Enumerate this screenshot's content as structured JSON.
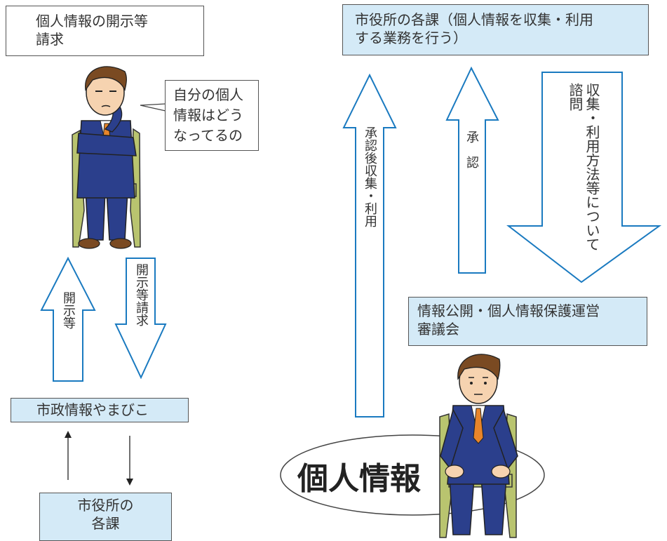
{
  "boxes": {
    "disclosure_request_box": "個人情報の開示等\n請求",
    "city_departments_top": "市役所の各課（個人情報を収集・利用\nする業務を行う）",
    "speech_bubble": "自分の個人\n情報はどう\nなってるの",
    "council_box": "情報公開・個人情報保護運営\n審議会",
    "yamabiko_box": "市政情報やまびこ",
    "city_departments_bottom": "市役所の\n各課"
  },
  "arrows": {
    "disclosure_up": "開示等",
    "disclosure_request_down": "開示等請求",
    "collect_after_approval_up": "承認後収集・利用",
    "approval_up": "承　認",
    "consult_down": "収集・利用方法等について諮問"
  },
  "personal_info_label": "個人情報",
  "colors": {
    "box_blue": "#d4eaf7",
    "border": "#555555",
    "suit": "#2b3f8c",
    "chair": "#b9c46f",
    "hair": "#7a4a22",
    "skin": "#f6d3b0",
    "tie": "#e8852a"
  }
}
